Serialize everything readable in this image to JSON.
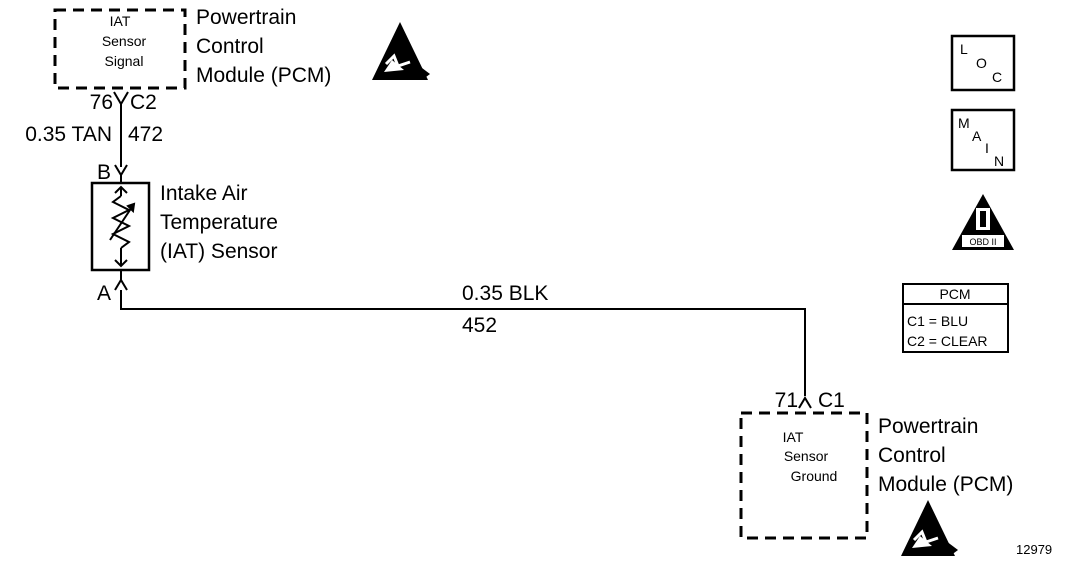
{
  "pcm_top": {
    "box_lines": [
      "IAT",
      "Sensor",
      "Signal"
    ],
    "label_lines": [
      "Powertrain",
      "Control",
      "Module (PCM)"
    ],
    "pin": "76",
    "connector": "C2"
  },
  "signal_wire": {
    "gauge_color": "0.35 TAN",
    "circuit": "472"
  },
  "sensor": {
    "pin_top": "B",
    "pin_bottom": "A",
    "label_lines": [
      "Intake Air",
      "Temperature",
      "(IAT) Sensor"
    ]
  },
  "ground_wire": {
    "gauge_color": "0.35 BLK",
    "circuit": "452"
  },
  "pcm_bottom": {
    "box_lines": [
      "IAT",
      "Sensor",
      "Ground"
    ],
    "label_lines": [
      "Powertrain",
      "Control",
      "Module (PCM)"
    ],
    "pin": "71",
    "connector": "C1"
  },
  "symbols": {
    "loc": [
      "L",
      "O",
      "C"
    ],
    "main": [
      "M",
      "A",
      "I",
      "N"
    ],
    "obd": "OBD II",
    "esd_icon": "esd-warning-icon"
  },
  "legend": {
    "title": "PCM",
    "rows": [
      "C1 = BLU",
      "C2 = CLEAR"
    ]
  },
  "figure_number": "12979"
}
